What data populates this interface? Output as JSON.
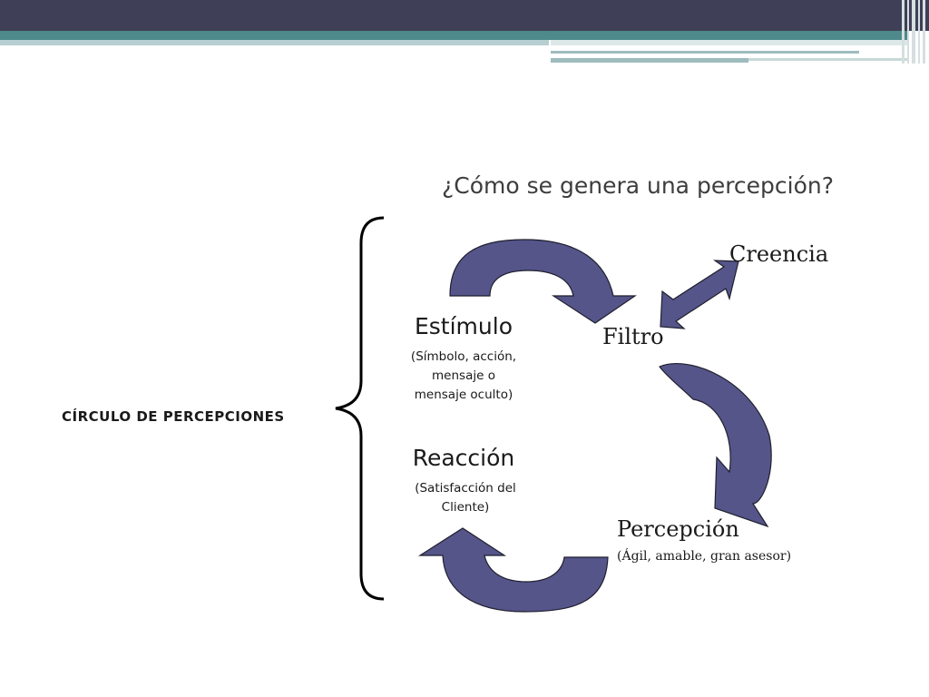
{
  "title": "¿Cómo se genera una percepción?",
  "side_label": "CÍRCULO DE PERCEPCIONES",
  "nodes": {
    "estimulo": {
      "title": "Estímulo",
      "subtitle": [
        "(Símbolo, acción,",
        "mensaje o",
        "mensaje oculto)"
      ]
    },
    "filtro": {
      "title": "Filtro"
    },
    "creencia": {
      "title": "Creencia"
    },
    "percepcion": {
      "title": "Percepción",
      "subtitle": "(Ágil, amable, gran asesor)"
    },
    "reaccion": {
      "title": "Reacción",
      "subtitle": [
        "(Satisfacción del",
        "Cliente)"
      ]
    }
  },
  "colors": {
    "arrow_fill": "#55558a",
    "arrow_stroke": "#1f1f2e",
    "header_dark": "#3f4057",
    "header_teal": "#4e8a8b"
  }
}
